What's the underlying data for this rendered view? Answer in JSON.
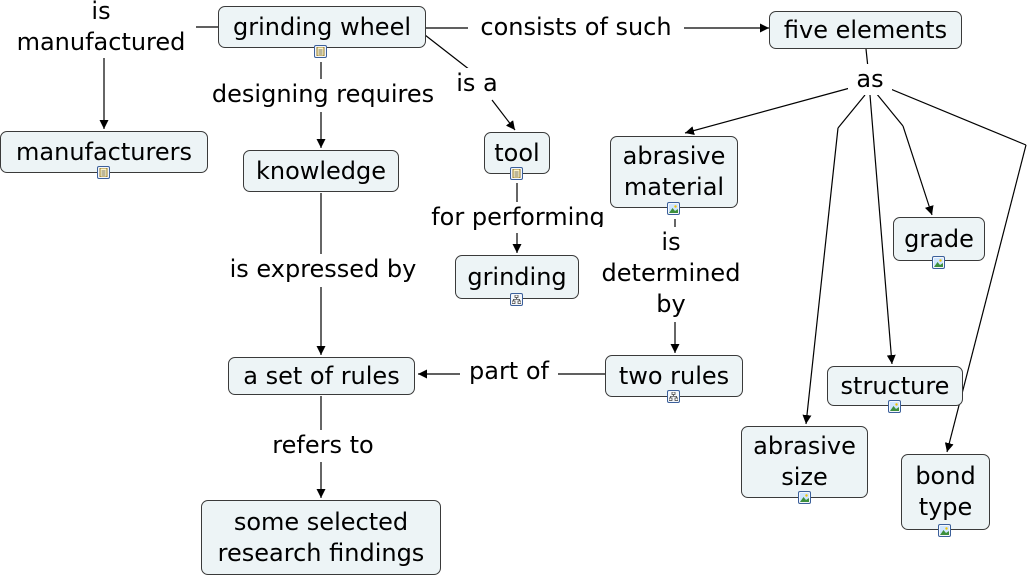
{
  "concepts": {
    "grinding_wheel": "grinding wheel",
    "five_elements": "five elements",
    "manufacturers": "manufacturers",
    "knowledge": "knowledge",
    "tool": "tool",
    "abrasive_material": "abrasive\nmaterial",
    "grade": "grade",
    "grinding": "grinding",
    "a_set_of_rules": "a set of rules",
    "two_rules": "two rules",
    "structure": "structure",
    "abrasive_size": "abrasive\nsize",
    "bond_type": "bond\ntype",
    "research_findings": "some selected\nresearch findings"
  },
  "links": {
    "is_manufactured": "is\nmanufactured",
    "consists_of_such": "consists of such",
    "designing_requires": "designing requires",
    "is_a": "is a",
    "as": "as",
    "for_performing": "for performing",
    "is_expressed_by": "is expressed by",
    "is_determined_by": "is\ndetermined\nby",
    "part_of": "part of",
    "refers_to": "refers to"
  },
  "colors": {
    "node_fill": "#edf4f6",
    "node_border": "#3a3a3a",
    "badge_border": "#3b5f9a"
  },
  "resource_icons": {
    "grinding_wheel": "document-icon",
    "manufacturers": "document-icon",
    "tool": "document-icon",
    "abrasive_material": "image-icon",
    "grade": "image-icon",
    "grinding": "concept-map-icon",
    "two_rules": "concept-map-icon",
    "structure": "image-icon",
    "abrasive_size": "image-icon",
    "bond_type": "image-icon"
  }
}
